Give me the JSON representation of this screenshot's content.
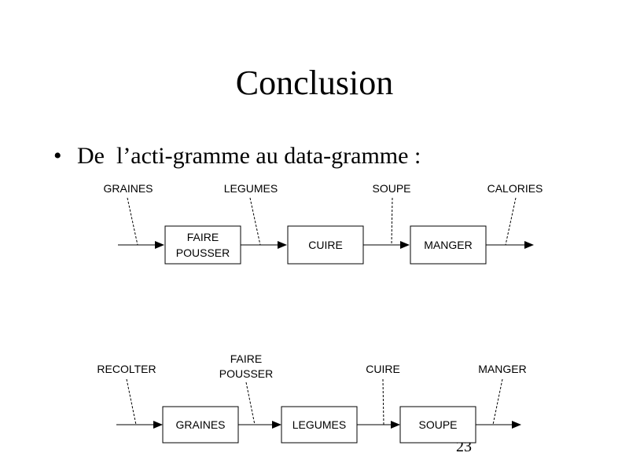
{
  "slide": {
    "title": "Conclusion",
    "bullet_symbol": "•",
    "bullet_text": "De  l’acti-gramme au data-gramme :",
    "page_number": "23"
  },
  "diagram1": {
    "boxes": [
      [
        "FAIRE",
        "POUSSER"
      ],
      [
        "CUIRE"
      ],
      [
        "MANGER"
      ]
    ],
    "labels": [
      [
        "GRAINES"
      ],
      [
        "LEGUMES"
      ],
      [
        "SOUPE"
      ],
      [
        "CALORIES"
      ]
    ]
  },
  "diagram2": {
    "boxes": [
      [
        "GRAINES"
      ],
      [
        "LEGUMES"
      ],
      [
        "SOUPE"
      ]
    ],
    "labels": [
      [
        "RECOLTER"
      ],
      [
        "FAIRE",
        "POUSSER"
      ],
      [
        "CUIRE"
      ],
      [
        "MANGER"
      ]
    ]
  }
}
